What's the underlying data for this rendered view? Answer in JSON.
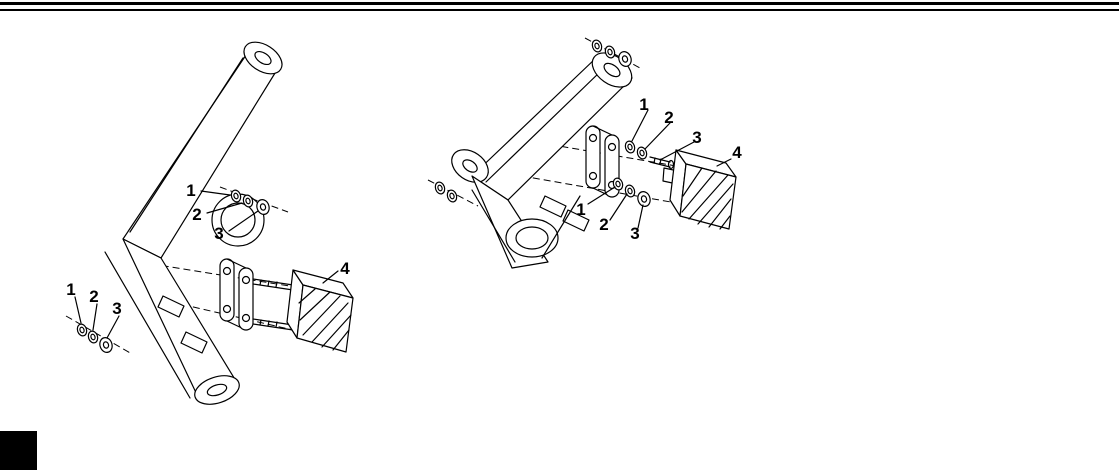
{
  "page": {
    "background": "#ffffff",
    "line_color": "#000000",
    "marker_color": "#000000"
  },
  "figures": {
    "left": {
      "callouts": [
        {
          "label": "1"
        },
        {
          "label": "2"
        },
        {
          "label": "3"
        },
        {
          "label": "4"
        },
        {
          "label": "1"
        },
        {
          "label": "2"
        },
        {
          "label": "3"
        }
      ]
    },
    "right": {
      "callouts": [
        {
          "label": "1"
        },
        {
          "label": "2"
        },
        {
          "label": "3"
        },
        {
          "label": "4"
        },
        {
          "label": "1"
        },
        {
          "label": "2"
        },
        {
          "label": "3"
        }
      ]
    }
  }
}
